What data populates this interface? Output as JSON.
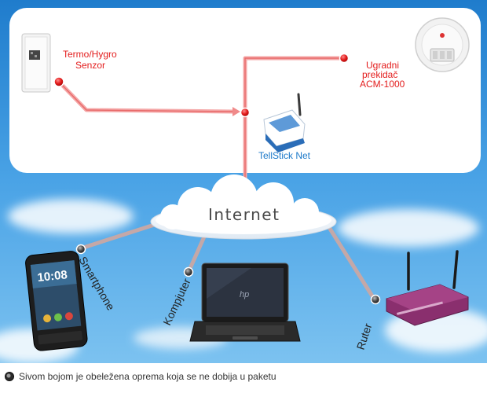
{
  "diagram": {
    "labels": {
      "sensor_line1": "Termo/Hygro",
      "sensor_line2": "Senzor",
      "switch_line1": "Ugradni",
      "switch_line2": "prekidač",
      "switch_line3": "ACM-1000",
      "tellstick": "TellStick Net",
      "internet": "Internet",
      "smartphone": "Smartphone",
      "computer": "Kompjuter",
      "router": "Ruter"
    },
    "screen_text": {
      "phone_clock": "10:08",
      "laptop_brand": "hp"
    }
  },
  "legend": {
    "text": "Sivom bojom je obeležena oprema koja se ne dobija u paketu"
  },
  "colors": {
    "accent_red": "#e31c1c",
    "link_pink": "#f4a6a6",
    "gray_link": "#c4a8a8",
    "sky_blue": "#2f8fd6",
    "label_blue": "#1a78c8"
  }
}
